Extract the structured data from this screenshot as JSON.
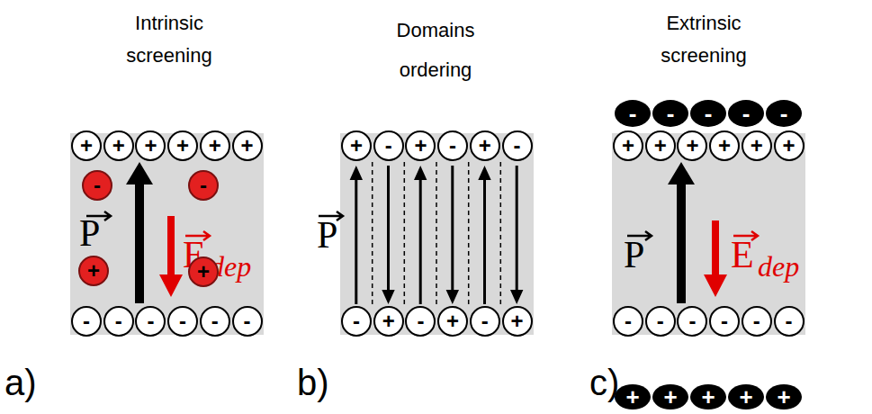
{
  "diagram": {
    "nodes": [
      {
        "text": [
          "P",
          "E",
          "dep"
        ]
      },
      {
        "text": [
          "+"
        ],
        "in": 0
      },
      {
        "text": [
          "+"
        ],
        "in": 0
      },
      {
        "text": [
          "+"
        ],
        "in": 0
      },
      {
        "text": [
          "+"
        ],
        "in": 0
      },
      {
        "text": [
          "+"
        ],
        "in": 0
      },
      {
        "text": [
          "+"
        ],
        "in": 0
      },
      {
        "text": [
          "-"
        ],
        "in": 0
      },
      {
        "text": [
          "-"
        ],
        "in": 0
      },
      {
        "text": [
          "+"
        ],
        "in": 0
      },
      {
        "text": [
          "+"
        ],
        "in": 0
      },
      {
        "text": [
          "-"
        ],
        "in": 0
      },
      {
        "text": [
          "-"
        ],
        "in": 0
      },
      {
        "text": [
          "-"
        ],
        "in": 0
      },
      {
        "text": [
          "-"
        ],
        "in": 0
      },
      {
        "text": [
          "-"
        ],
        "in": 0
      },
      {
        "text": [
          "-"
        ],
        "in": 0
      },
      {
        "text": [
          "P"
        ]
      },
      {
        "text": [
          "+"
        ],
        "in": 17
      },
      {
        "text": [
          "-"
        ],
        "in": 17
      },
      {
        "text": [
          "+"
        ],
        "in": 17
      },
      {
        "text": [
          "-"
        ],
        "in": 17
      },
      {
        "text": [
          "+"
        ],
        "in": 17
      },
      {
        "text": [
          "-"
        ],
        "in": 17
      },
      {
        "text": [
          "-"
        ],
        "in": 17
      },
      {
        "text": [
          "+"
        ],
        "in": 17
      },
      {
        "text": [
          "-"
        ],
        "in": 17
      },
      {
        "text": [
          "+"
        ],
        "in": 17
      },
      {
        "text": [
          "-"
        ],
        "in": 17
      },
      {
        "text": [
          "+"
        ],
        "in": 17
      },
      {
        "text": [
          "-"
        ]
      },
      {
        "text": [
          "-"
        ]
      },
      {
        "text": [
          "-"
        ]
      },
      {
        "text": [
          "-"
        ]
      },
      {
        "text": [
          "-"
        ]
      },
      {
        "text": [
          "P",
          "E",
          "dep"
        ]
      },
      {
        "text": [
          "+"
        ],
        "in": 35
      },
      {
        "text": [
          "+"
        ],
        "in": 35
      },
      {
        "text": [
          "+"
        ],
        "in": 35
      },
      {
        "text": [
          "+"
        ],
        "in": 35
      },
      {
        "text": [
          "+"
        ],
        "in": 35
      },
      {
        "text": [
          "+"
        ],
        "in": 35
      },
      {
        "text": [
          "-"
        ],
        "in": 35
      },
      {
        "text": [
          "-"
        ],
        "in": 35
      },
      {
        "text": [
          "-"
        ],
        "in": 35
      },
      {
        "text": [
          "-"
        ],
        "in": 35
      },
      {
        "text": [
          "-"
        ],
        "in": 35
      },
      {
        "text": [
          "-"
        ],
        "in": 35
      },
      {
        "text": [
          "+"
        ]
      },
      {
        "text": [
          "+"
        ]
      },
      {
        "text": [
          "+"
        ]
      },
      {
        "text": [
          "+"
        ]
      },
      {
        "text": [
          "+"
        ]
      }
    ],
    "labels": [
      "Intrinsic screening",
      "Domains ordering",
      "Extrinsic screening",
      "a)",
      "b)",
      "c)"
    ]
  }
}
